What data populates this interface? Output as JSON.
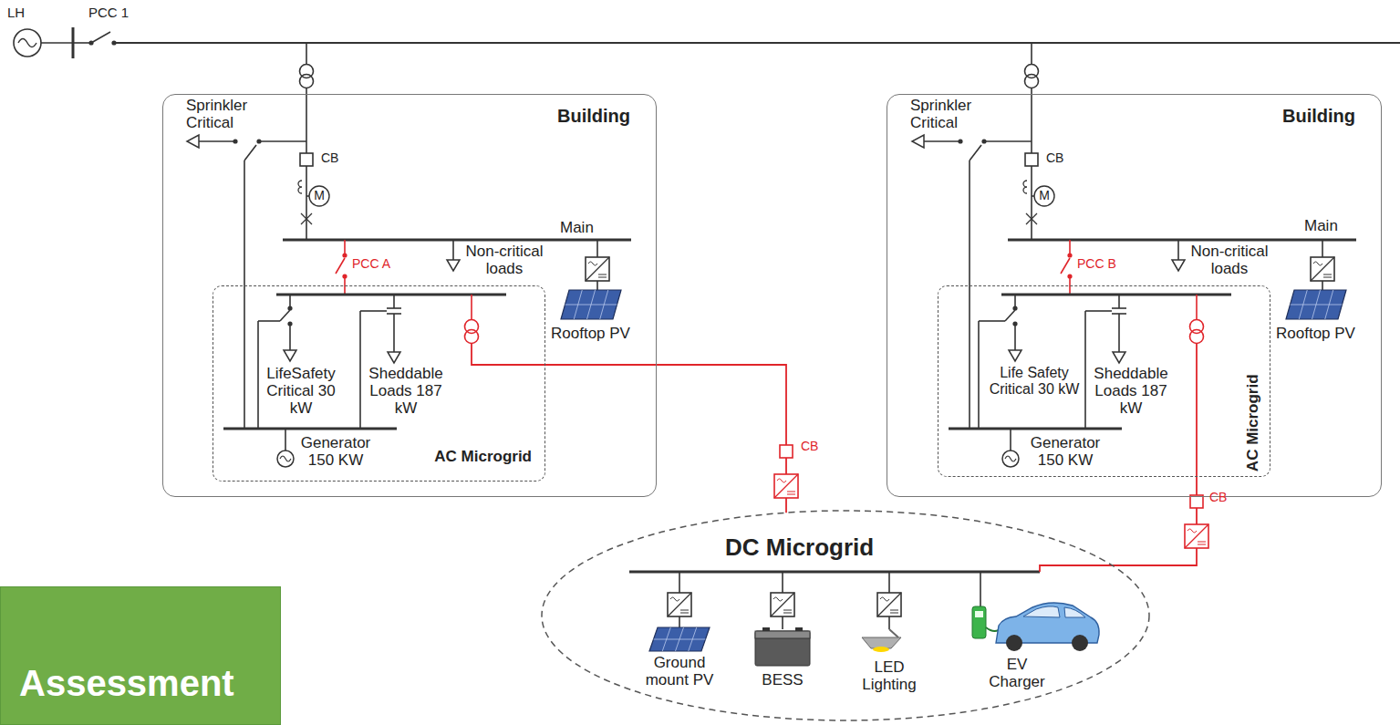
{
  "diagram": {
    "nodes": [
      {
        "text": [
          "Building"
        ]
      },
      {
        "text": [
          "AC Microgrid"
        ],
        "in": 0
      },
      {
        "text": [
          "Building"
        ]
      },
      {
        "text": [
          "AC Microgrid"
        ],
        "in": 2
      },
      {
        "text": [
          "DC Microgrid"
        ]
      },
      {
        "text": [
          "Assessment"
        ]
      }
    ],
    "edges": [
      {
        "from": 1,
        "to": 4,
        "arrow": "none"
      },
      {
        "from": 3,
        "to": 4,
        "arrow": "none"
      }
    ],
    "labels": [
      "LH",
      "PCC 1",
      "Sprinkler Critical",
      "M",
      "CB",
      "Main",
      "Non-critical loads",
      "PCC A",
      "Rooftop PV",
      "LifeSafety Critical 30 kW",
      "Sheddable Loads 187 kW",
      "Generator 150 KW",
      "CB",
      "Sprinkler Critical",
      "M",
      "CB",
      "Main",
      "Non-critical loads",
      "PCC B",
      "Rooftop PV",
      "Life Safety Critical 30 kW",
      "Sheddable Loads 187 kW",
      "Generator 150 KW",
      "CB",
      "Ground mount PV",
      "BESS",
      "LED Lighting",
      "EV Charger"
    ]
  }
}
